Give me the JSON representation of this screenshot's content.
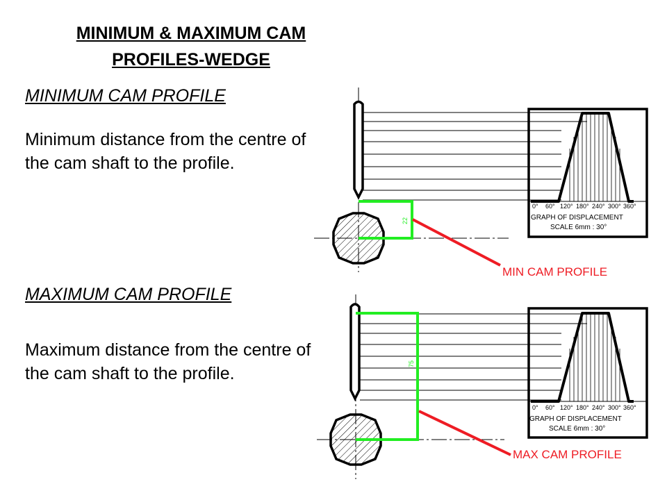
{
  "title": {
    "line1": "MINIMUM & MAXIMUM CAM",
    "line2": "PROFILES-WEDGE"
  },
  "min_section": {
    "heading": "MINIMUM CAM PROFILE",
    "text": "Minimum distance from the centre of the cam shaft to the profile.",
    "dimension": "22",
    "callout": "MIN CAM PROFILE"
  },
  "max_section": {
    "heading": "MAXIMUM CAM PROFILE",
    "text": "Maximum distance from the centre of the cam shaft to the profile.",
    "dimension": "75",
    "callout": "MAX CAM PROFILE"
  },
  "graph": {
    "ticks": [
      "0°",
      "60°",
      "120°",
      "180°",
      "240°",
      "300°",
      "360°"
    ],
    "caption": "GRAPH OF DISPLACEMENT",
    "scale": "SCALE 6mm : 30°"
  },
  "colors": {
    "accent_green": "#22ee22",
    "accent_red": "#ee1c24",
    "ink": "#000000"
  }
}
